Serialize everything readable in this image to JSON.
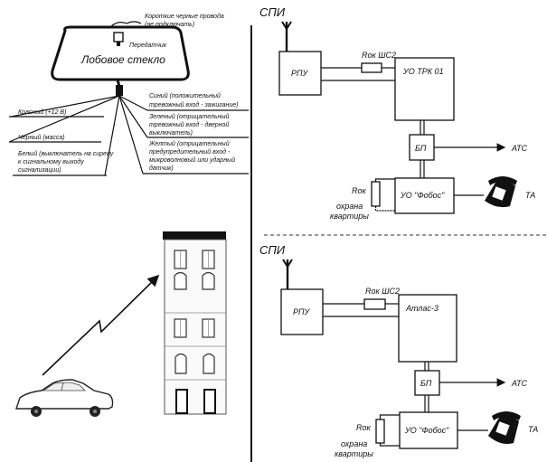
{
  "installation": {
    "short_wires": [
      "Короткие черные провода",
      "(не подключать)"
    ],
    "transmitter": "Передатчик",
    "windshield": "Лобовое стекло",
    "red": "Красный (+12 В)",
    "black": "Черный (масса)",
    "white": [
      "Белый (выключатель на сирену",
      "к сигнальному выходу",
      "сигнализации)"
    ],
    "blue": [
      "Синий (положительный",
      "тревожный вход - зажигание)"
    ],
    "green": [
      "Зеленый (отрицательный",
      "тревожный вход - дверной",
      "выключатель)"
    ],
    "yellow": [
      "Желтый (отрицательный",
      "предупредительный вход -",
      "микроволновый или ударный",
      "датчик)"
    ]
  },
  "scheme_top": {
    "antenna": "СПИ",
    "receiver": "РПУ",
    "resistor": "Rок ШС2",
    "device": "УО ТРК 01",
    "power": "БП",
    "exchange": "АТС",
    "fobos": "УО \"Фобос\"",
    "rok": "Rок",
    "guard": [
      "охрана",
      "квартиры"
    ],
    "phone": "ТА"
  },
  "scheme_bottom": {
    "antenna": "СПИ",
    "receiver": "РПУ",
    "resistor": "Rок ШС2",
    "device": "Атлас-3",
    "power": "БП",
    "exchange": "АТС",
    "fobos": "УО \"Фобос\"",
    "rok": "Rок",
    "guard": [
      "охрана",
      "квартиры"
    ],
    "phone": "ТА"
  }
}
